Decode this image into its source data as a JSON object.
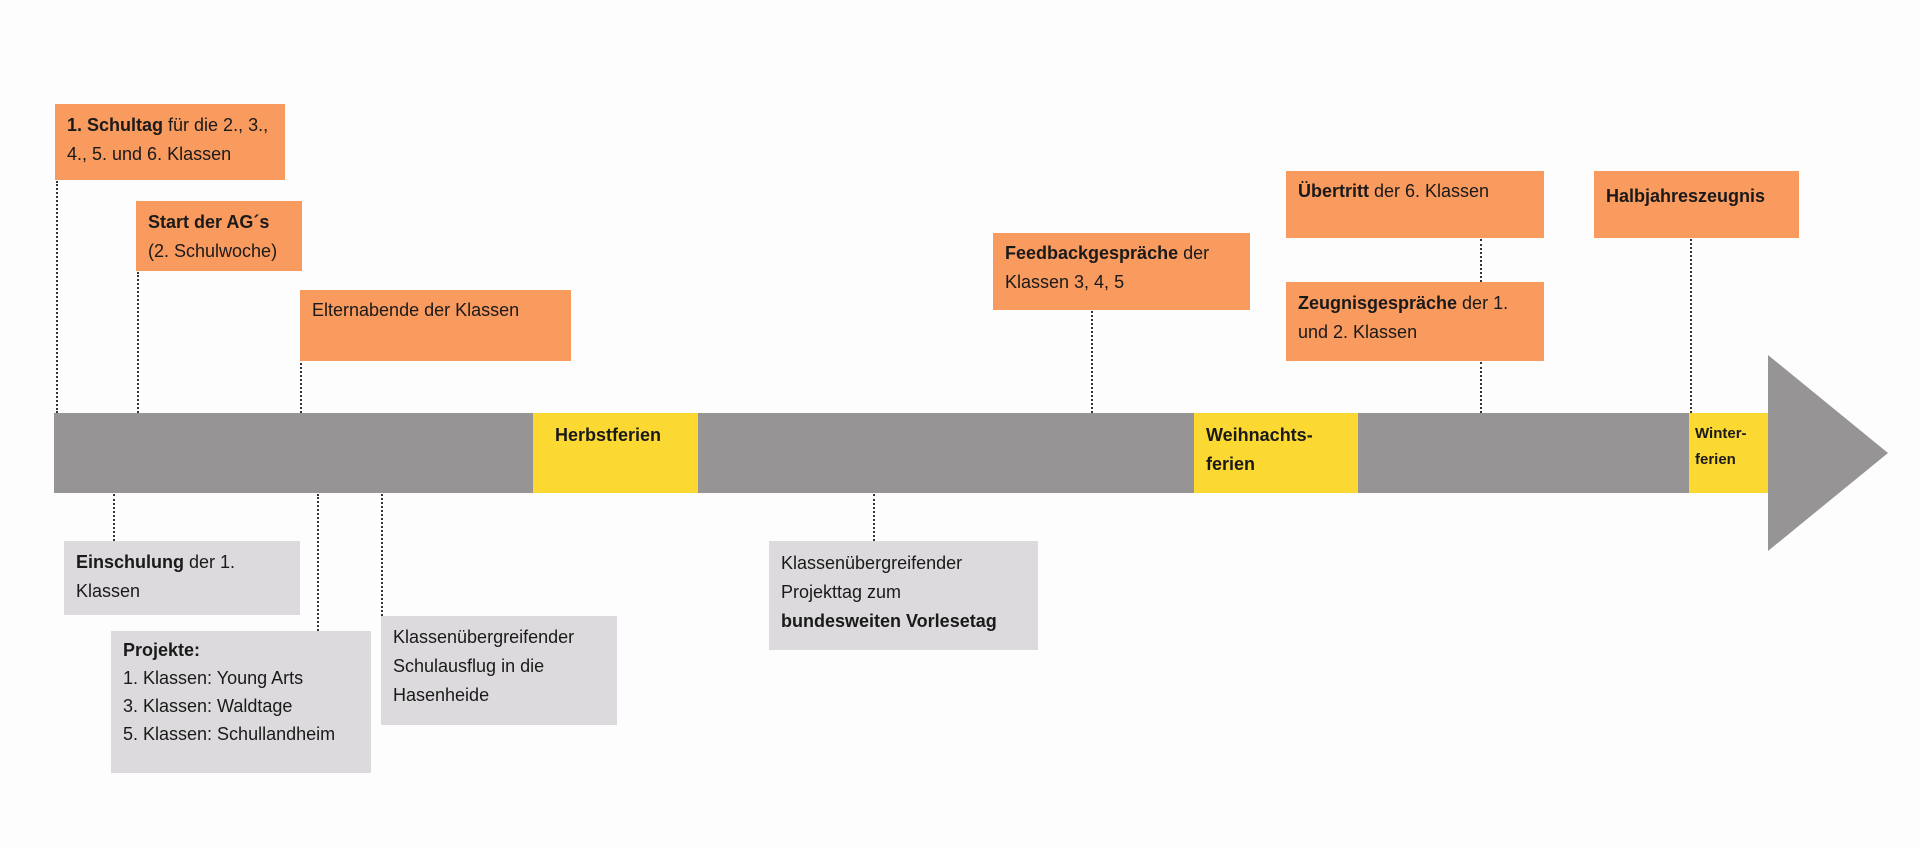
{
  "colors": {
    "event": "#f99a5f",
    "note": "#dcdadc",
    "bar": "#979496",
    "holiday": "#fcd932"
  },
  "top_events": [
    {
      "bold": "1. Schultag",
      "text": " für die 2., 3., 4., 5. und 6. Klassen"
    },
    {
      "bold": "Start der AG´s",
      "text": "(2. Schulwoche)"
    },
    {
      "bold": "",
      "text": "Elternabende der Klassen"
    },
    {
      "bold": "Feedbackgespräche",
      "text": " der Klassen 3, 4, 5"
    },
    {
      "bold": "Übertritt",
      "text": " der 6. Klassen"
    },
    {
      "bold": "Zeugnisgespräche",
      "text": " der 1. und 2. Klassen"
    },
    {
      "bold": "Halbjahreszeugnis",
      "text": ""
    }
  ],
  "holidays": [
    {
      "line1": "Herbstferien",
      "line2": ""
    },
    {
      "line1": "Weihnachts-",
      "line2": "ferien"
    },
    {
      "line1": "Winter-",
      "line2": "ferien"
    }
  ],
  "bottom_events": [
    {
      "bold": "Einschulung",
      "text": " der 1. Klassen"
    },
    {
      "title": "Projekte:",
      "lines": [
        "1. Klassen: Young Arts",
        "3. Klassen: Waldtage",
        "5. Klassen: Schullandheim"
      ]
    },
    {
      "text": "Klassenübergreifender Schulausflug in die Hasenheide"
    },
    {
      "text": "Klassenübergreifender Projekttag zum",
      "bold": "bundesweiten Vorlesetag"
    }
  ]
}
